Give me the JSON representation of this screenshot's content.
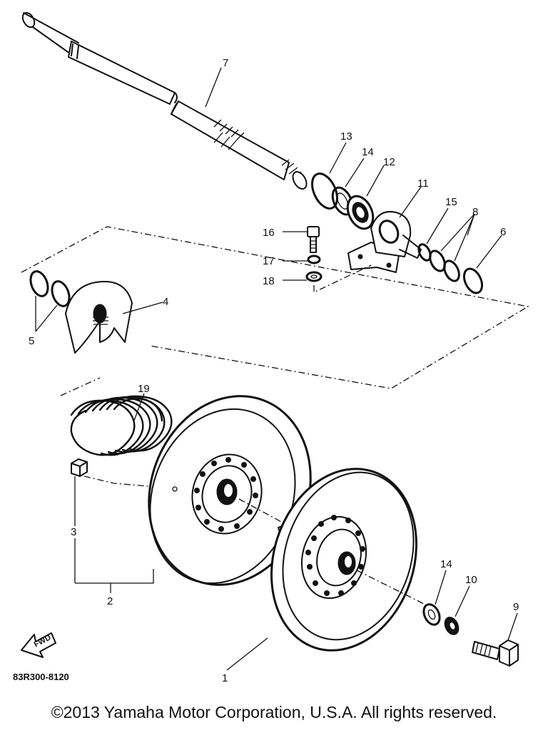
{
  "diagram": {
    "part_labels": {
      "p1": "1",
      "p2": "2",
      "p3": "3",
      "p4": "4",
      "p5": "5",
      "p6": "6",
      "p7": "7",
      "p8": "8",
      "p9": "9",
      "p10": "10",
      "p11": "11",
      "p12": "12",
      "p13": "13",
      "p14a": "14",
      "p14b": "14",
      "p15": "15",
      "p16": "16",
      "p17": "17",
      "p18": "18",
      "p19": "19"
    },
    "reference_code": "83R300-8120",
    "fwd_label": "FWD"
  },
  "footer": {
    "copyright": "©2013 Yamaha Motor Corporation, U.S.A. All rights reserved."
  }
}
